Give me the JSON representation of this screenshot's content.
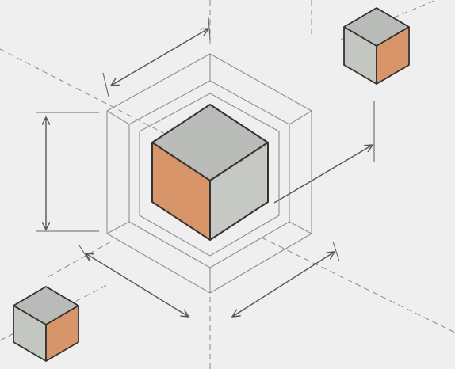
{
  "diagram": {
    "background_color": "#efefef",
    "line_color": "#555555",
    "guide_line_color": "#8a8a8a",
    "dashed_guide_color": "#7a7a7a",
    "cube_face_colors": {
      "top": "#b9bcb8",
      "left_orange": "#d8956a",
      "right_gray": "#c6c8c4"
    },
    "small_cube_face_colors": {
      "top": "#b8bbb7",
      "left_gray": "#c4c6c2",
      "right_orange": "#d8956a"
    },
    "hexagon_rings": 3,
    "dimension_arrows": 5,
    "cubes": [
      "main-cube",
      "small-cube-top-right",
      "small-cube-bottom-left"
    ]
  }
}
